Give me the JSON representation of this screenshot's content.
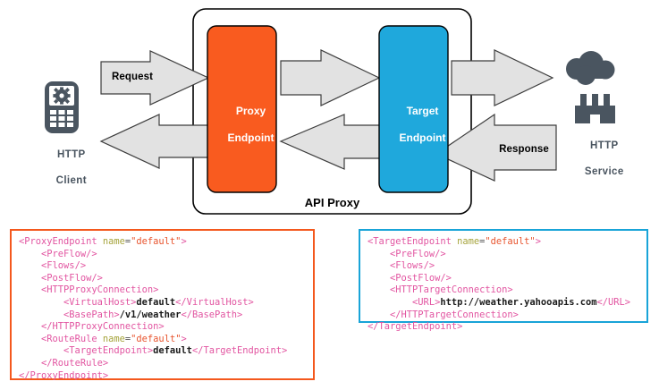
{
  "diagram": {
    "title": "API Proxy request/response flow",
    "container_label": "API Proxy",
    "nodes": {
      "proxy_endpoint": {
        "line1": "Proxy",
        "line2": "Endpoint",
        "color": "#f95b1f"
      },
      "target_endpoint": {
        "line1": "Target",
        "line2": "Endpoint",
        "color": "#1fa8dc"
      }
    },
    "actors": {
      "client": {
        "line1": "HTTP",
        "line2": "Client",
        "icon": "mobile-phone-gear-icon",
        "color": "#4a5560"
      },
      "service": {
        "line1": "HTTP",
        "line2": "Service",
        "icon": "cloud-factory-icon",
        "color": "#4a5560"
      }
    },
    "arrows": {
      "request": "Request",
      "response": "Response"
    },
    "arrow_fill": "#e2e2e2",
    "arrow_stroke": "#3d3d3d"
  },
  "code_panels": [
    {
      "id": "proxy-endpoint",
      "border_color": "#f4581d",
      "lines": [
        [
          {
            "t": "tag",
            "s": "<ProxyEndpoint "
          },
          {
            "t": "attr",
            "s": "name"
          },
          {
            "t": "eq",
            "s": "="
          },
          {
            "t": "val",
            "s": "\"default\""
          },
          {
            "t": "tag",
            "s": ">"
          }
        ],
        [
          {
            "t": "pad",
            "s": "    "
          },
          {
            "t": "tag",
            "s": "<PreFlow/>"
          }
        ],
        [
          {
            "t": "pad",
            "s": "    "
          },
          {
            "t": "tag",
            "s": "<Flows/>"
          }
        ],
        [
          {
            "t": "pad",
            "s": "    "
          },
          {
            "t": "tag",
            "s": "<PostFlow/>"
          }
        ],
        [
          {
            "t": "pad",
            "s": "    "
          },
          {
            "t": "tag",
            "s": "<HTTPProxyConnection>"
          }
        ],
        [
          {
            "t": "pad",
            "s": "        "
          },
          {
            "t": "tag",
            "s": "<VirtualHost>"
          },
          {
            "t": "txt",
            "s": "default"
          },
          {
            "t": "tag",
            "s": "</VirtualHost>"
          }
        ],
        [
          {
            "t": "pad",
            "s": "        "
          },
          {
            "t": "tag",
            "s": "<BasePath>"
          },
          {
            "t": "txt",
            "s": "/v1/weather"
          },
          {
            "t": "tag",
            "s": "</BasePath>"
          }
        ],
        [
          {
            "t": "pad",
            "s": "    "
          },
          {
            "t": "tag",
            "s": "</HTTPProxyConnection>"
          }
        ],
        [
          {
            "t": "pad",
            "s": "    "
          },
          {
            "t": "tag",
            "s": "<RouteRule "
          },
          {
            "t": "attr",
            "s": "name"
          },
          {
            "t": "eq",
            "s": "="
          },
          {
            "t": "val",
            "s": "\"default\""
          },
          {
            "t": "tag",
            "s": ">"
          }
        ],
        [
          {
            "t": "pad",
            "s": "        "
          },
          {
            "t": "tag",
            "s": "<TargetEndpoint>"
          },
          {
            "t": "txt",
            "s": "default"
          },
          {
            "t": "tag",
            "s": "</TargetEndpoint>"
          }
        ],
        [
          {
            "t": "pad",
            "s": "    "
          },
          {
            "t": "tag",
            "s": "</RouteRule>"
          }
        ],
        [
          {
            "t": "tag",
            "s": "</ProxyEndpoint>"
          }
        ]
      ]
    },
    {
      "id": "target-endpoint",
      "border_color": "#19a4d8",
      "lines": [
        [
          {
            "t": "tag",
            "s": "<TargetEndpoint "
          },
          {
            "t": "attr",
            "s": "name"
          },
          {
            "t": "eq",
            "s": "="
          },
          {
            "t": "val",
            "s": "\"default\""
          },
          {
            "t": "tag",
            "s": ">"
          }
        ],
        [
          {
            "t": "pad",
            "s": "    "
          },
          {
            "t": "tag",
            "s": "<PreFlow/>"
          }
        ],
        [
          {
            "t": "pad",
            "s": "    "
          },
          {
            "t": "tag",
            "s": "<Flows/>"
          }
        ],
        [
          {
            "t": "pad",
            "s": "    "
          },
          {
            "t": "tag",
            "s": "<PostFlow/>"
          }
        ],
        [
          {
            "t": "pad",
            "s": "    "
          },
          {
            "t": "tag",
            "s": "<HTTPTargetConnection>"
          }
        ],
        [
          {
            "t": "pad",
            "s": "        "
          },
          {
            "t": "tag",
            "s": "<URL>"
          },
          {
            "t": "txt",
            "s": "http://weather.yahooapis.com"
          },
          {
            "t": "tag",
            "s": "</URL>"
          }
        ],
        [
          {
            "t": "pad",
            "s": "    "
          },
          {
            "t": "tag",
            "s": "</HTTPTargetConnection>"
          }
        ],
        [
          {
            "t": "tag",
            "s": "</TargetEndpoint>"
          }
        ]
      ]
    }
  ]
}
